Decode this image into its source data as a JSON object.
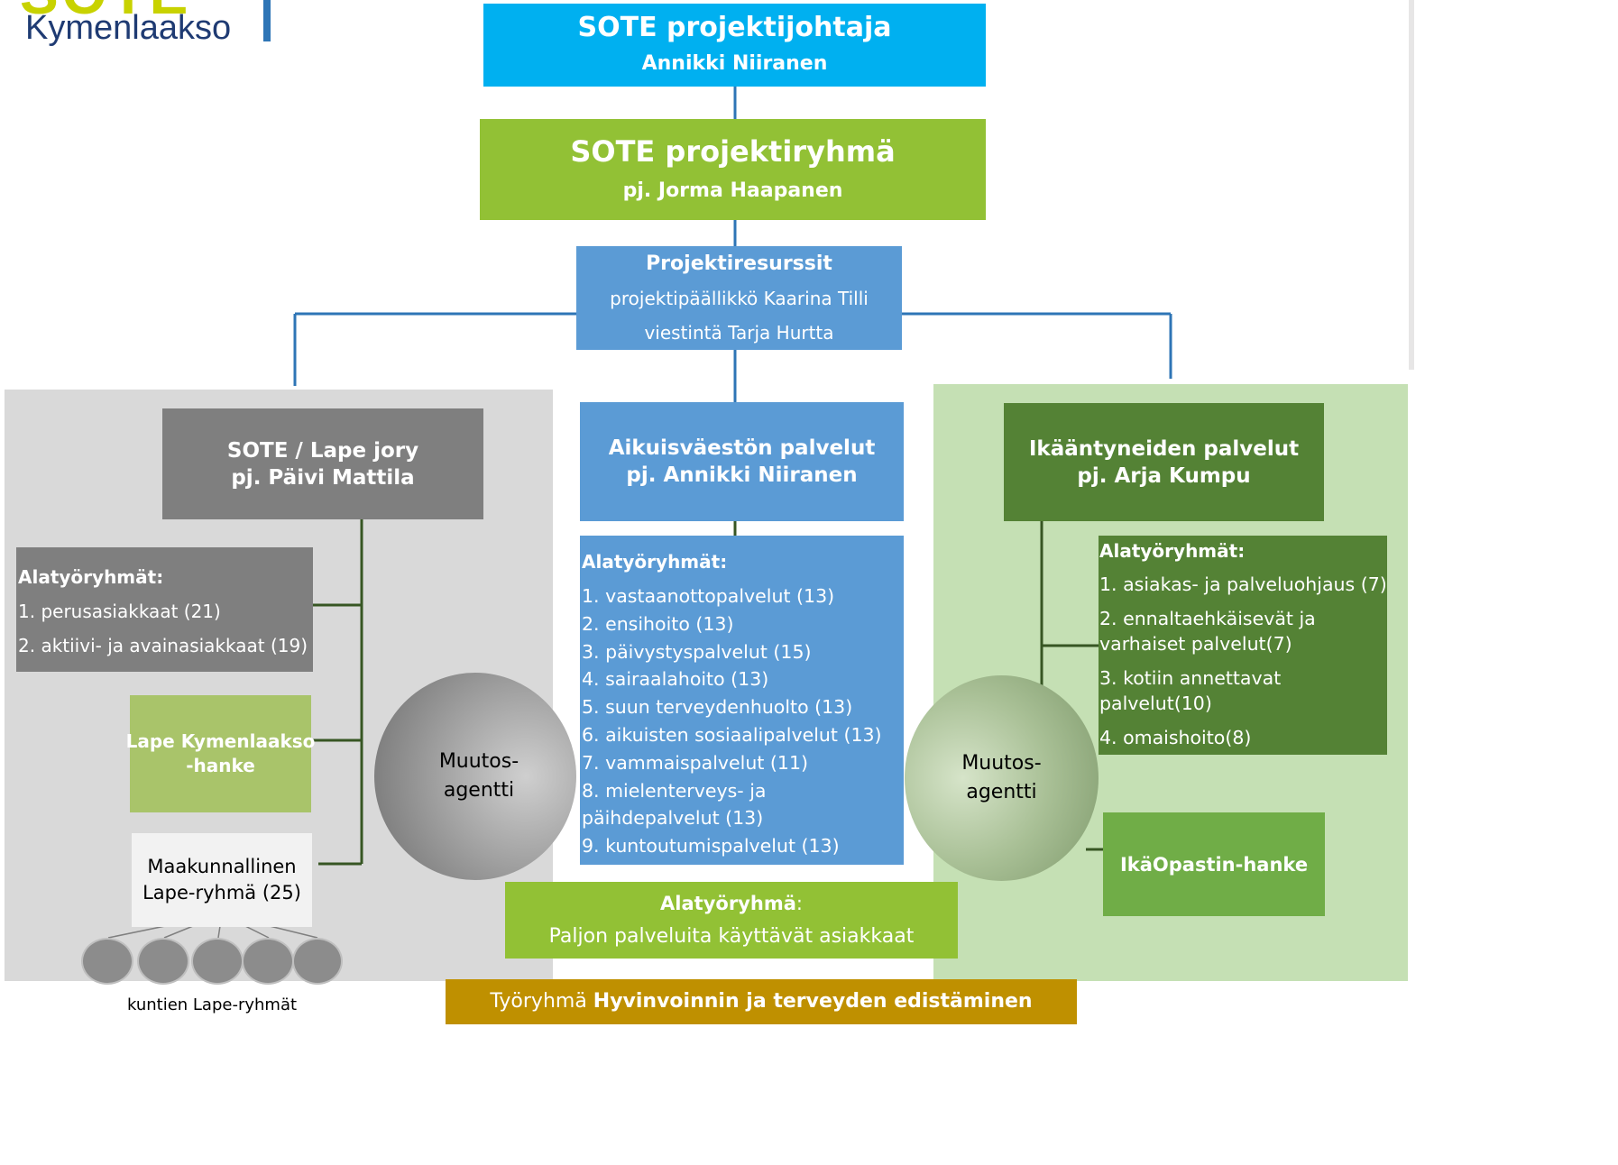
{
  "logo": {
    "brand_top": "SOTE",
    "brand_bottom": "Kymenlaakso"
  },
  "nodes": {
    "director": {
      "title": "SOTE projektijohtaja",
      "name": "Annikki Niiranen"
    },
    "project_group": {
      "title": "SOTE projektiryhmä",
      "name": "pj. Jorma Haapanen"
    },
    "resources": {
      "title": "Projektiresurssit",
      "line1": "projektipäällikkö Kaarina Tilli",
      "line2": "viestintä Tarja Hurtta"
    },
    "lape_jory": {
      "title": "SOTE / Lape jory",
      "name": "pj. Päivi Mattila"
    },
    "lape_sub": {
      "heading": "Alatyöryhmät:",
      "items": [
        "1. perusasiakkaat (21)",
        "2. aktiivi- ja avainasiakkaat (19)"
      ]
    },
    "lape_project": {
      "line1": "Lape Kymenlaakso",
      "line2": "-hanke"
    },
    "regional_lape": {
      "line1": "Maakunnallinen",
      "line2": "Lape-ryhmä (25)"
    },
    "municipal_lape": {
      "label": "kuntien Lape-ryhmät"
    },
    "adult": {
      "title": "Aikuisväestön palvelut",
      "name": "pj. Annikki Niiranen"
    },
    "adult_sub": {
      "heading": "Alatyöryhmät:",
      "items": [
        "1. vastaanottopalvelut (13)",
        "2. ensihoito (13)",
        "3. päivystyspalvelut (15)",
        "4. sairaalahoito (13)",
        "5. suun terveydenhuolto (13)",
        "6. aikuisten sosiaalipalvelut (13)",
        "7. vammaispalvelut (11)",
        "8. mielenterveys- ja",
        "päihdepalvelut (13)",
        "9. kuntoutumispalvelut (13)"
      ]
    },
    "heavy_users": {
      "heading": "Alatyöryhmä",
      "colon": ":",
      "text": "Paljon palveluita käyttävät asiakkaat"
    },
    "health_wg": {
      "prefix": "Työryhmä ",
      "bold": "Hyvinvoinnin ja terveyden edistäminen"
    },
    "elderly": {
      "title": "Ikääntyneiden palvelut",
      "name": "pj. Arja Kumpu"
    },
    "elderly_sub": {
      "heading": "Alatyöryhmät:",
      "items": [
        "1. asiakas- ja palveluohjaus (7)",
        "2. ennaltaehkäisevät ja",
        "varhaiset palvelut(7)",
        "3. kotiin annettavat",
        "palvelut(10)",
        "4. omaishoito(8)"
      ]
    },
    "ika_opastin": {
      "label": "IkäOpastin-hanke"
    },
    "agent_left": {
      "line1": "Muutos-",
      "line2": "agentti"
    },
    "agent_right": {
      "line1": "Muutos-",
      "line2": "agentti"
    }
  },
  "colors": {
    "cyan": "#00b0f0",
    "lime": "#92c135",
    "blue": "#5b9bd5",
    "gray_dark": "#7f7f7f",
    "gray_panel": "#d9d9d9",
    "green_panel": "#c5e0b4",
    "green_dark": "#548235",
    "green_mid": "#70ad47",
    "olive_light": "#a9c46a",
    "gold": "#bf9000",
    "connector_blue": "#2e75b6",
    "connector_green": "#375623"
  }
}
